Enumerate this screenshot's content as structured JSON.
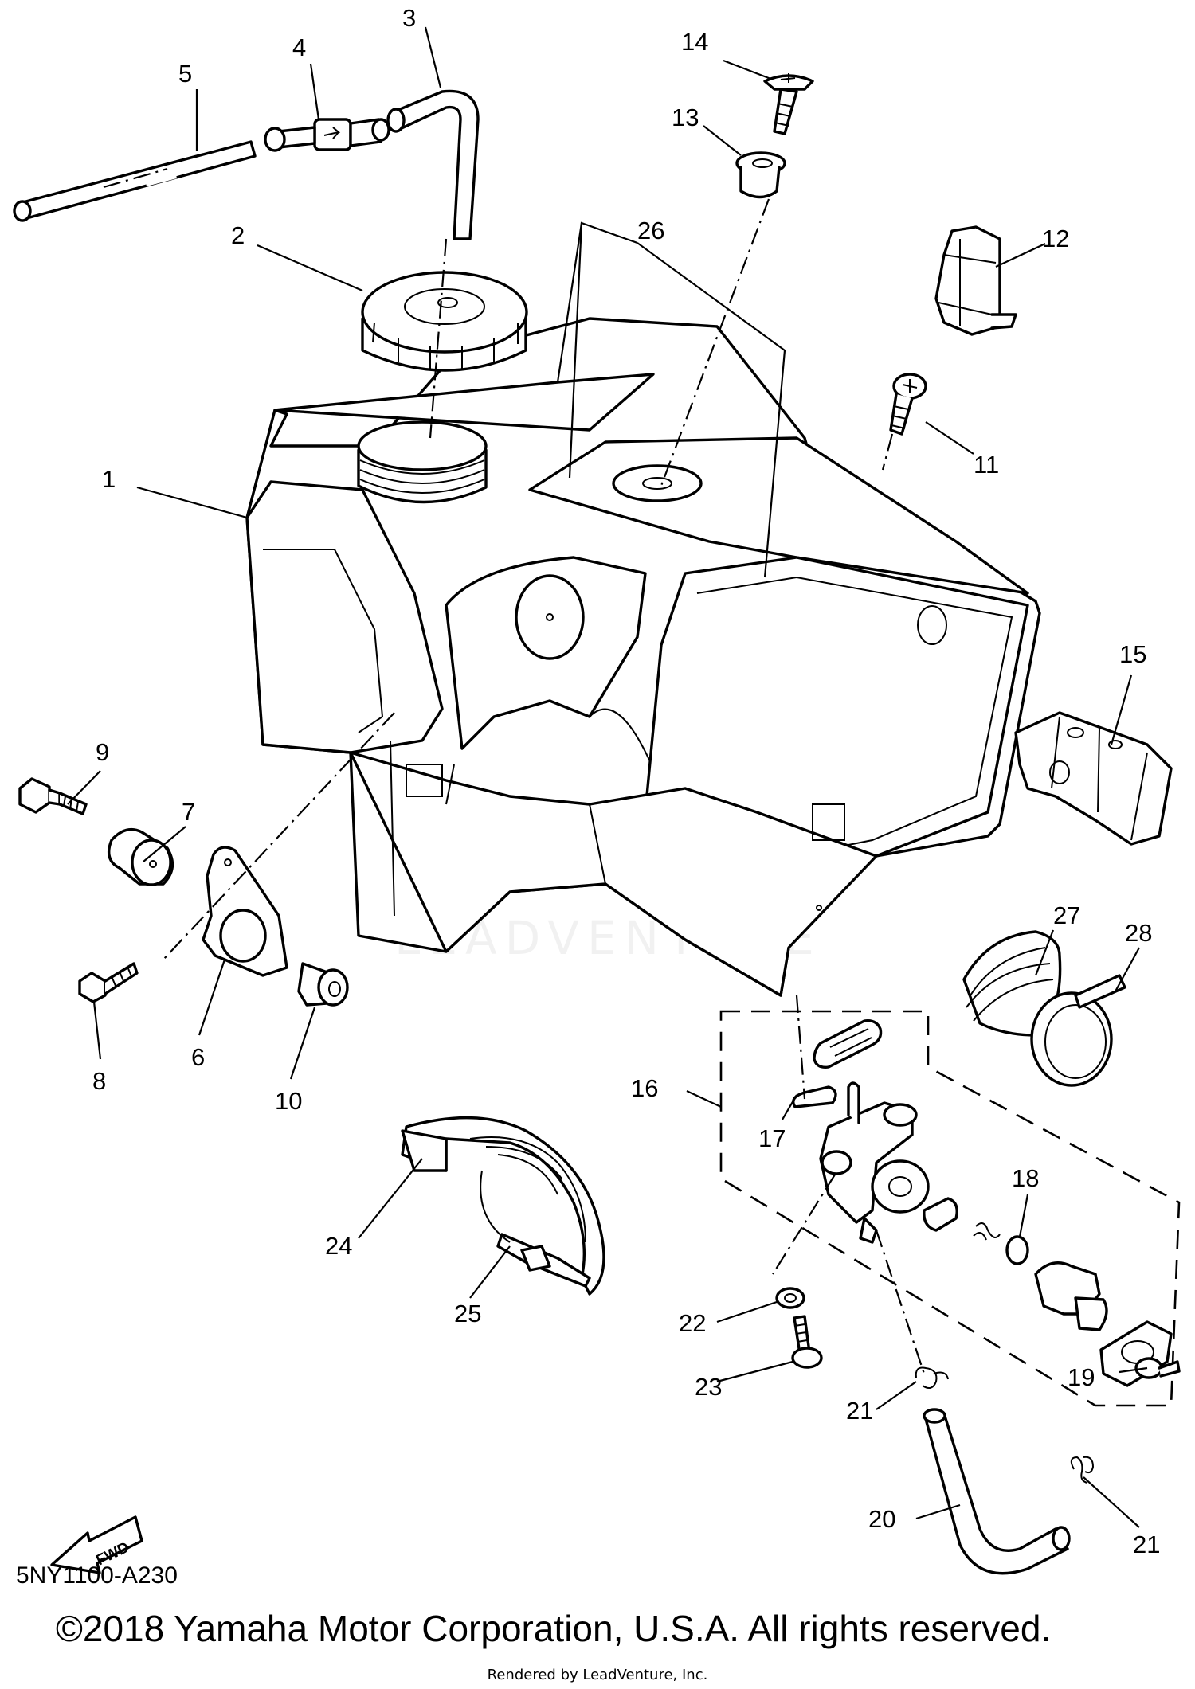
{
  "diagram": {
    "code": "5NY1100-A230",
    "copyright": "©2018 Yamaha Motor Corporation, U.S.A. All rights reserved.",
    "rendered_by": "Rendered by LeadVenture, Inc.",
    "watermark": "LEADVENTURE",
    "fwd_label": "FWD"
  },
  "callouts": [
    "1",
    "2",
    "3",
    "4",
    "5",
    "6",
    "7",
    "8",
    "9",
    "10",
    "11",
    "12",
    "13",
    "14",
    "15",
    "16",
    "17",
    "18",
    "19",
    "20",
    "21",
    "21",
    "22",
    "23",
    "24",
    "25",
    "26",
    "27",
    "28"
  ]
}
